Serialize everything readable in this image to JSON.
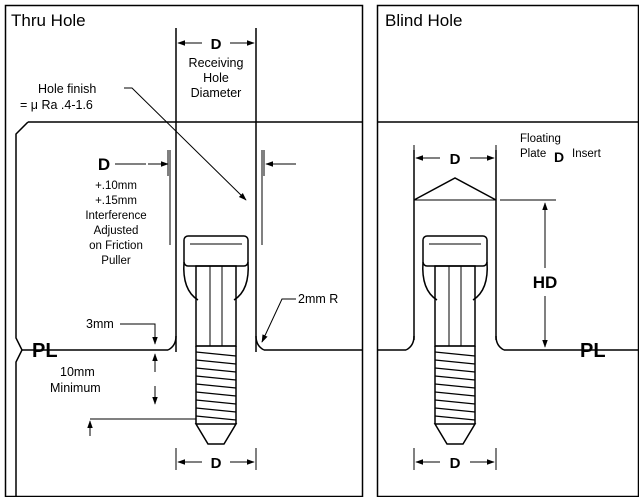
{
  "panels": {
    "thru": {
      "title": "Thru Hole"
    },
    "blind": {
      "title": "Blind Hole"
    }
  },
  "labels": {
    "d_top": "D",
    "receiving_1": "Receiving",
    "receiving_2": "Hole",
    "receiving_3": "Diameter",
    "finish_1": "Hole finish",
    "finish_2": "= μ Ra .4-1.6",
    "d_mid": "D",
    "interf_1": "+.10mm",
    "interf_2": "+.15mm",
    "interf_3": "Interference",
    "interf_4": "Adjusted",
    "interf_5": "on Friction",
    "interf_6": "Puller",
    "three_mm": "3mm",
    "ten_mm_1": "10mm",
    "ten_mm_2": "Minimum",
    "two_mm_r": "2mm R",
    "pl_left": "PL",
    "d_bottom_left": "D",
    "floating_1": "Floating",
    "floating_2": "Plate",
    "floating_3": "Insert",
    "d_blind_top": "D",
    "hd": "HD",
    "pl_right": "PL",
    "d_bottom_right": "D"
  }
}
